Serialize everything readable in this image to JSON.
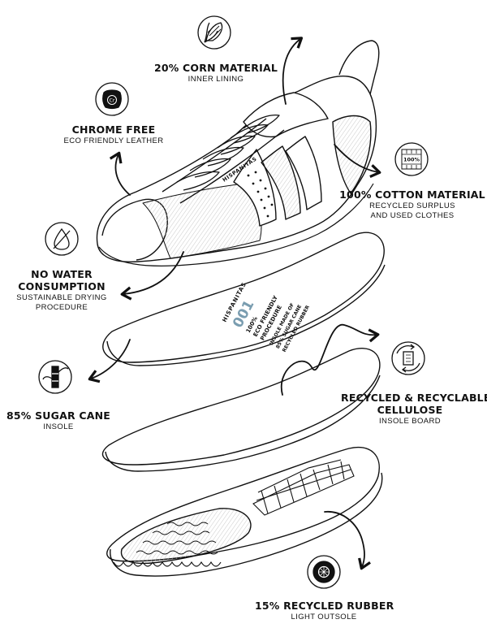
{
  "features": [
    {
      "id": "corn",
      "title": "20% CORN MATERIAL",
      "subtitle": "INNER LINING",
      "icon": "corn-icon"
    },
    {
      "id": "chrome",
      "title": "CHROME FREE",
      "subtitle": "ECO FRIENDLY LEATHER",
      "icon": "chrome-free-leather-icon",
      "icon_text": "Cr"
    },
    {
      "id": "cotton",
      "title": "100% COTTON MATERIAL",
      "subtitle": "RECYCLED SURPLUS AND USED CLOTHES",
      "subtitle_lines": [
        "RECYCLED SURPLUS",
        "AND USED CLOTHES"
      ],
      "icon": "cotton-fabric-icon",
      "icon_text": "100%"
    },
    {
      "id": "water",
      "title": "NO WATER CONSUMPTION",
      "title_lines": [
        "NO WATER",
        "CONSUMPTION"
      ],
      "subtitle": "SUSTAINABLE DRYING PROCEDURE",
      "subtitle_lines": [
        "SUSTAINABLE DRYING",
        "PROCEDURE"
      ],
      "icon": "no-water-drop-icon"
    },
    {
      "id": "sugar",
      "title": "85% SUGAR CANE",
      "subtitle": "INSOLE",
      "icon": "sugar-cane-icon"
    },
    {
      "id": "cellulose",
      "title": "RECYCLED & RECYCLABLE CELLULOSE",
      "title_lines": [
        "RECYCLED & RECYCLABLE",
        "CELLULOSE"
      ],
      "subtitle": "INSOLE BOARD",
      "icon": "recycled-paper-icon"
    },
    {
      "id": "rubber",
      "title": "15% RECYCLED RUBBER",
      "subtitle": "LIGHT OUTSOLE",
      "icon": "rubber-tire-icon"
    }
  ],
  "brand": {
    "name": "HISPANITAS"
  },
  "insole_print": {
    "number": "001",
    "lines": [
      "100%",
      "ECO FRIENDLY",
      "PROCEDURE",
      "INSOLE MADE OF",
      "85% SUGAR CANE",
      "RECYCLED RUBBER"
    ]
  }
}
